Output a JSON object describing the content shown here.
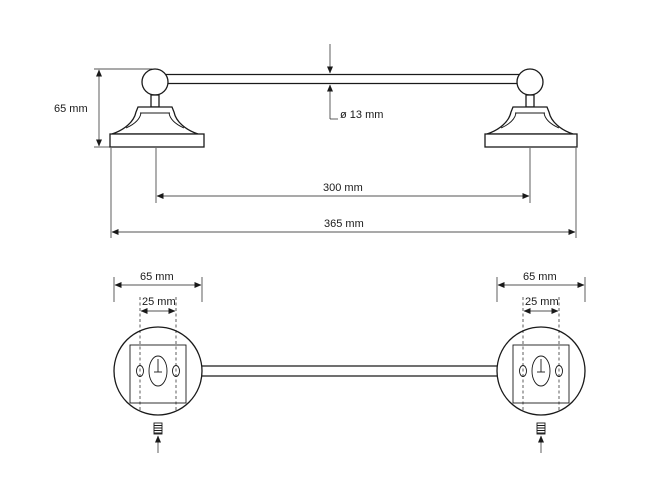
{
  "side_view": {
    "height_label": "65 mm",
    "diameter_label": "ø 13 mm",
    "inner_width_label": "300 mm",
    "overall_width_label": "365 mm"
  },
  "top_view": {
    "left_base_label": "65 mm",
    "left_hole_label": "25 mm",
    "right_base_label": "65 mm",
    "right_hole_label": "25 mm"
  }
}
